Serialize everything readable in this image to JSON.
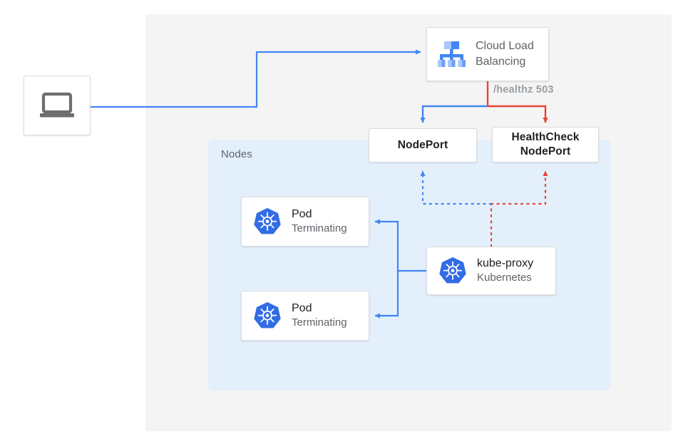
{
  "diagram": {
    "title": "Kubernetes NodePort load balancing health check flow",
    "colors": {
      "blue": "#4285f4",
      "red": "#ea4335",
      "panel_outer": "#f4f4f4",
      "panel_nodes": "#e3f0fc",
      "card_bg": "#ffffff",
      "card_border": "#dcdcdc",
      "text_dark": "#202124",
      "text_gray": "#5f6368",
      "label_gray": "#9aa0a6",
      "k8s_blue": "#326ce5",
      "laptop_gray": "#6e6e6e"
    }
  },
  "panels": {
    "outer": {
      "name": "outer-region"
    },
    "nodes": {
      "label": "Nodes"
    }
  },
  "nodes": {
    "client": {
      "icon": "laptop-icon"
    },
    "load_balancer": {
      "label": "Cloud Load\nBalancing",
      "label_line1": "Cloud Load",
      "label_line2": "Balancing",
      "icon": "cloud-load-balancing-icon"
    },
    "nodeport": {
      "label": "NodePort"
    },
    "healthcheck_nodeport": {
      "label_line1": "HealthCheck",
      "label_line2": "NodePort"
    },
    "pod1": {
      "title": "Pod",
      "subtitle": "Terminating",
      "icon": "kubernetes-icon"
    },
    "pod2": {
      "title": "Pod",
      "subtitle": "Terminating",
      "icon": "kubernetes-icon"
    },
    "kube_proxy": {
      "title": "kube-proxy",
      "subtitle": "Kubernetes",
      "icon": "kubernetes-icon"
    }
  },
  "edges": {
    "healthz": {
      "label": "/healthz 503",
      "color": "#ea4335"
    },
    "client_to_lb": {
      "color": "#4285f4",
      "style": "solid"
    },
    "lb_to_nodeport": {
      "color": "#4285f4",
      "style": "solid"
    },
    "lb_to_healthcheck": {
      "color": "#ea4335",
      "style": "solid"
    },
    "kubeproxy_to_nodeport": {
      "color": "#4285f4",
      "style": "dotted"
    },
    "kubeproxy_to_healthcheck": {
      "color": "#ea4335",
      "style": "dotted"
    },
    "kubeproxy_to_pods": {
      "color": "#4285f4",
      "style": "solid"
    }
  }
}
